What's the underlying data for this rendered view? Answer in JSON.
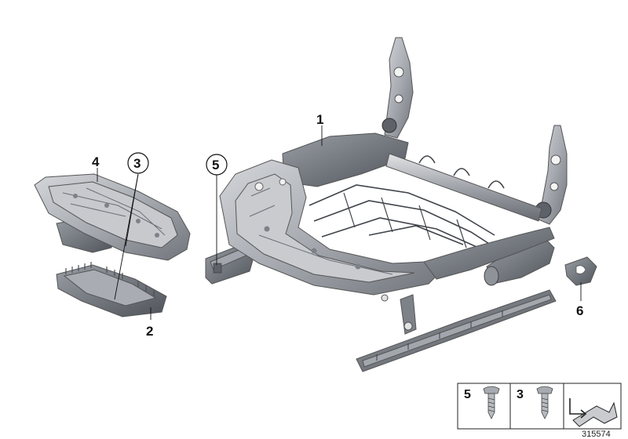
{
  "callouts": {
    "c1": "1",
    "c2": "2",
    "c3": "3",
    "c4": "4",
    "c5": "5",
    "c6": "6"
  },
  "legend": {
    "item_a": "5",
    "item_b": "3"
  },
  "reference_number": "315574",
  "colors": {
    "metal_light": "#b9bcc2",
    "metal_mid": "#8e9299",
    "metal_dark": "#5d6168",
    "line": "#111111"
  }
}
